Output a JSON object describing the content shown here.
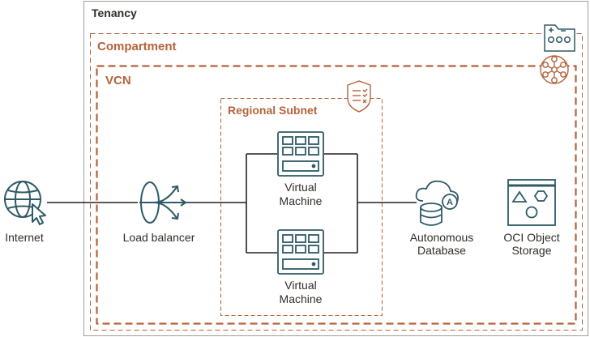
{
  "containers": {
    "tenancy": "Tenancy",
    "compartment": "Compartment",
    "vcn": "VCN",
    "subnet": "Regional Subnet"
  },
  "nodes": {
    "internet": "Internet",
    "load_balancer": "Load balancer",
    "vm1": [
      "Virtual",
      "Machine"
    ],
    "vm2": [
      "Virtual",
      "Machine"
    ],
    "database": [
      "Autonomous",
      "Database"
    ],
    "storage": [
      "OCI Object",
      "Storage"
    ]
  },
  "colors": {
    "accent": "#b5623a",
    "icon": "#2e5a66",
    "border": "#9e9e9e",
    "text": "#312d2a"
  }
}
